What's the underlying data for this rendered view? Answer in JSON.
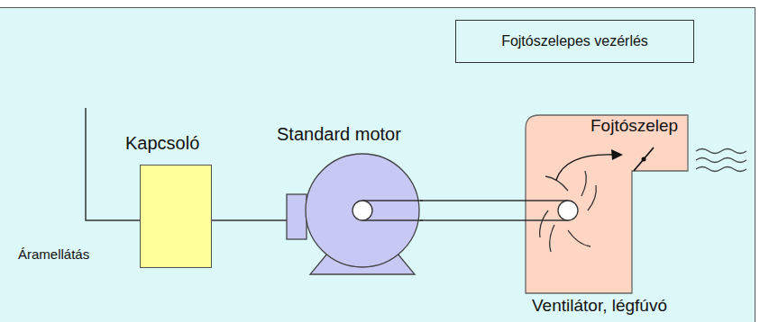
{
  "diagram": {
    "nodes": [
      {
        "text": [
          "Fojtószelepes vezérlés"
        ]
      },
      {
        "text": [
          "Kapcsoló"
        ]
      },
      {
        "text": [
          "Standard motor"
        ]
      },
      {
        "text": [
          "Fojtószelep",
          "Ventilátor, légfúvó"
        ]
      }
    ],
    "edges": [
      {
        "from": 1,
        "to": 2,
        "arrow": "none"
      },
      {
        "from": 2,
        "to": 3,
        "arrow": "none"
      }
    ],
    "labels": [
      "Áramellátás"
    ]
  }
}
